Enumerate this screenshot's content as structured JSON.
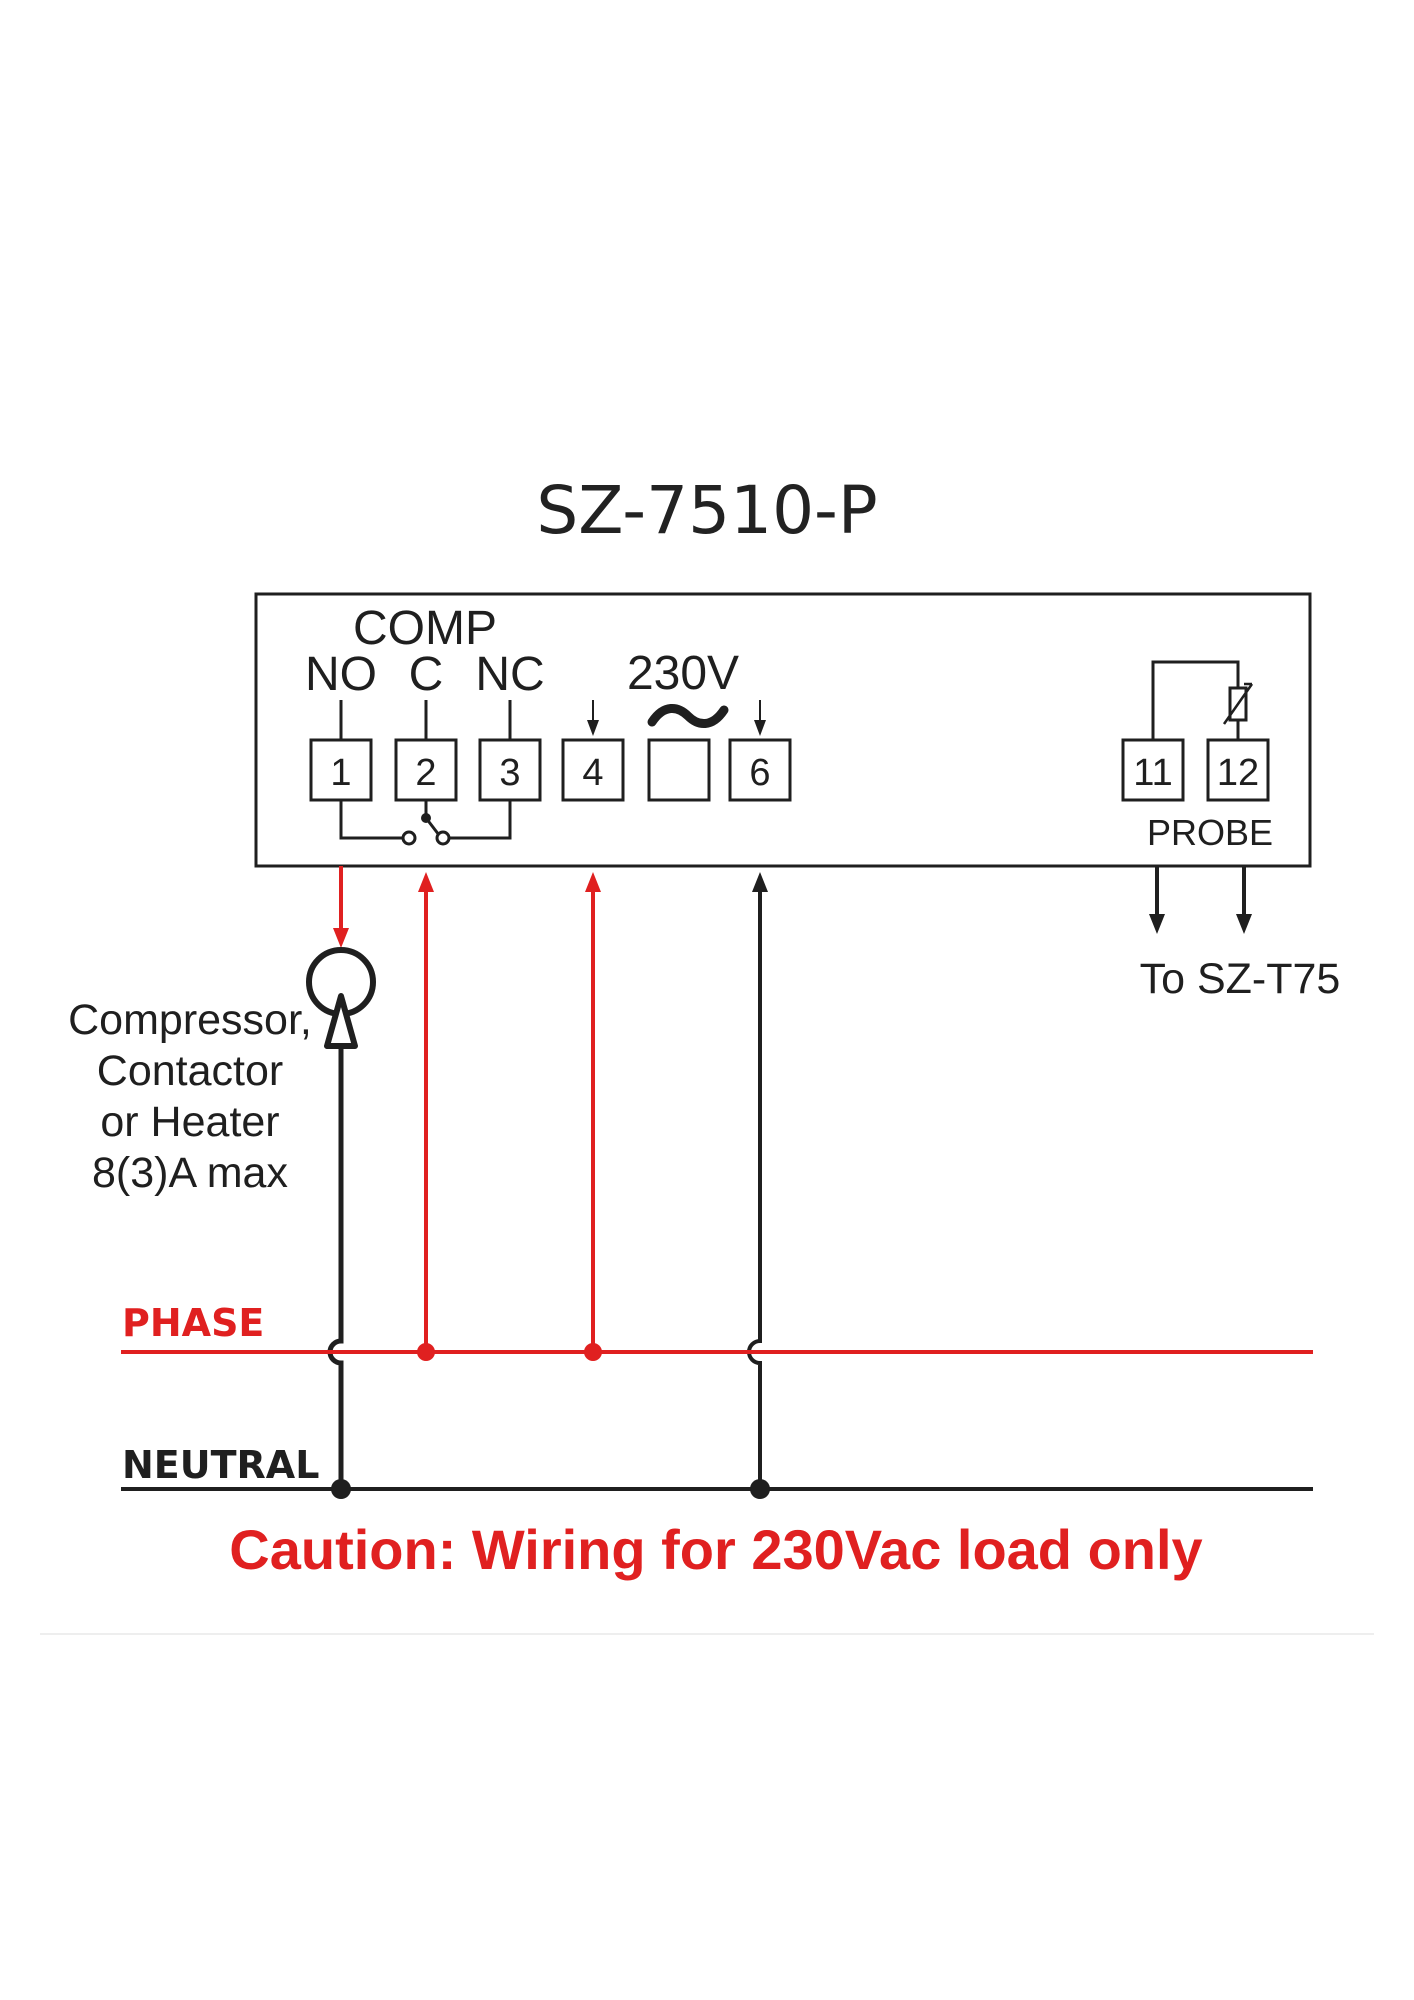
{
  "title": "SZ-7510-P",
  "relay": {
    "group_label": "COMP",
    "no_label": "NO",
    "c_label": "C",
    "nc_label": "NC"
  },
  "power": {
    "voltage_label": "230V",
    "ac_symbol": "~"
  },
  "terminals": [
    "1",
    "2",
    "3",
    "4",
    "6",
    "11",
    "12"
  ],
  "probe": {
    "label": "PROBE",
    "destination": "To SZ-T75"
  },
  "load": {
    "line1": "Compressor,",
    "line2": "Contactor",
    "line3": "or Heater",
    "line4": "8(3)A max"
  },
  "rails": {
    "phase": "PHASE",
    "neutral": "NEUTRAL"
  },
  "caution": "Caution: Wiring for 230Vac load only",
  "colors": {
    "phase": "#e02020",
    "neutral": "#1f1f1f",
    "caution": "#e02020"
  }
}
